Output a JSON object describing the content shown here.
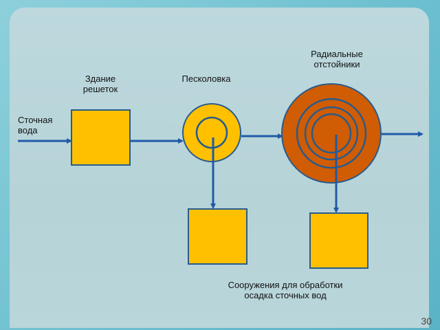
{
  "labels": {
    "wastewater": "Сточная\nвода",
    "screens": "Здание\nрешеток",
    "sand_trap": "Песколовка",
    "radial_settlers": "Радиальные\nотстойники",
    "sludge_treatment": "Сооружения для обработки\nосадка сточных вод"
  },
  "page_number": "30",
  "colors": {
    "yellow": "#ffc000",
    "orange": "#d05c04",
    "arrow": "#1f5aa8",
    "outline": "#285b8c"
  }
}
